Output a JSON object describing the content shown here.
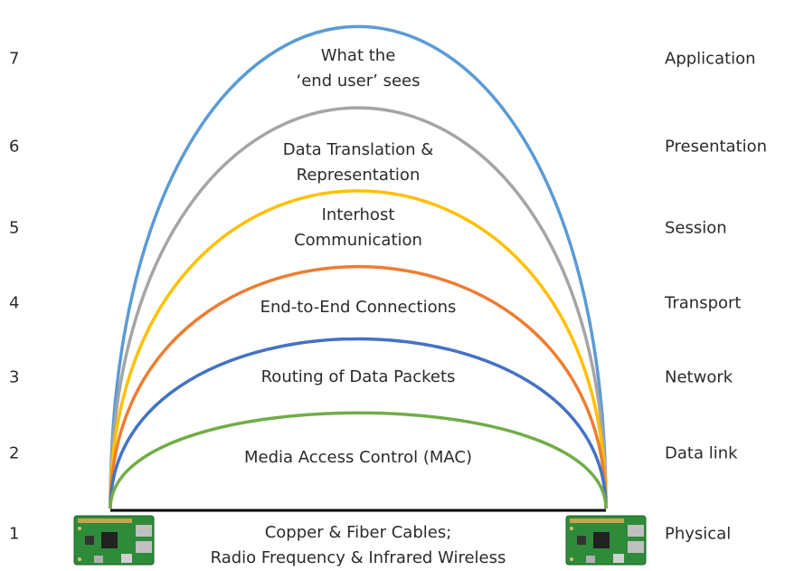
{
  "layers": [
    {
      "number": "7",
      "name": "Application",
      "description": [
        "What the",
        "‘end user’ sees"
      ],
      "color": "#5b9bd5"
    },
    {
      "number": "6",
      "name": "Presentation",
      "description": [
        "Data Translation &",
        "Representation"
      ],
      "color": "#a5a5a5"
    },
    {
      "number": "5",
      "name": "Session",
      "description": [
        "Interhost",
        "Communication"
      ],
      "color": "#ffc000"
    },
    {
      "number": "4",
      "name": "Transport",
      "description": [
        "End-to-End Connections"
      ],
      "color": "#ed7d31"
    },
    {
      "number": "3",
      "name": "Network",
      "description": [
        "Routing of Data Packets"
      ],
      "color": "#4472c4"
    },
    {
      "number": "2",
      "name": "Data link",
      "description": [
        "Media Access Control (MAC)"
      ],
      "color": "#70ad47"
    },
    {
      "number": "1",
      "name": "Physical",
      "description": [
        "Copper & Fiber Cables;",
        "Radio Frequency & Infrared Wireless"
      ],
      "color": "#000000"
    }
  ],
  "devices": {
    "left_icon": "raspberry-pi-board-icon",
    "right_icon": "raspberry-pi-board-icon",
    "board_color": "#2e8b3a"
  }
}
